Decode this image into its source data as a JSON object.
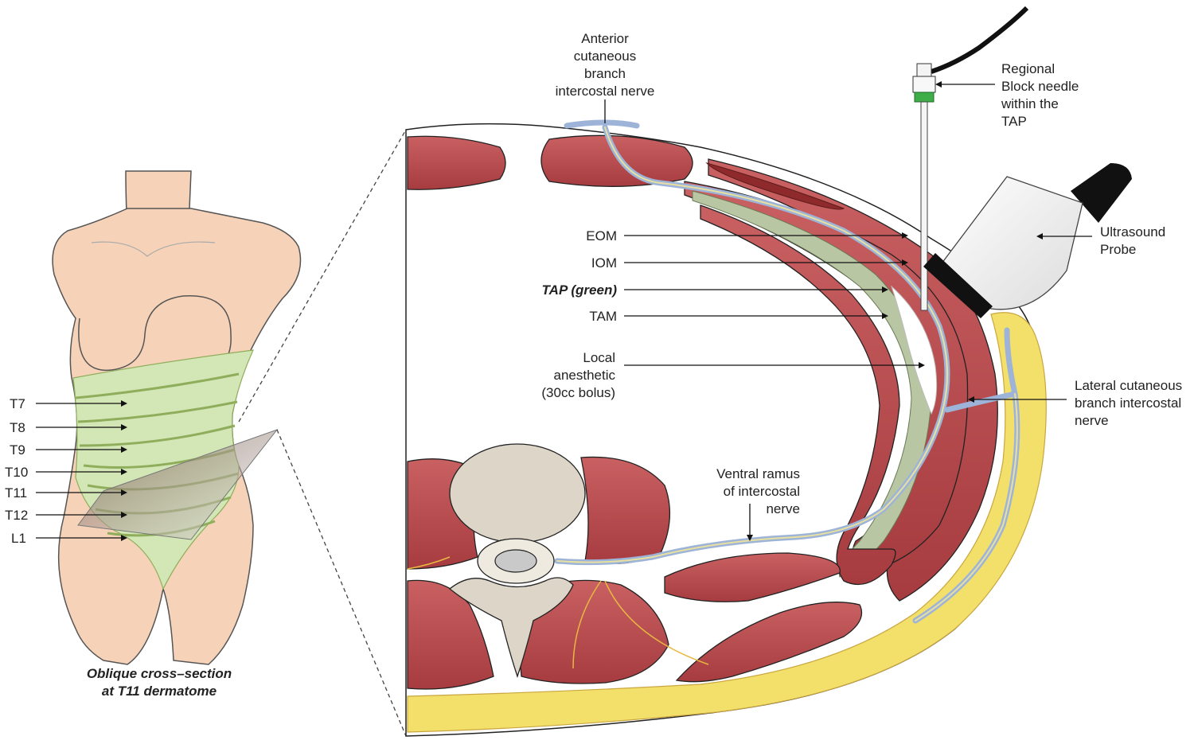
{
  "dermatomes": [
    "T7",
    "T8",
    "T9",
    "T10",
    "T11",
    "T12",
    "L1"
  ],
  "torso_caption": {
    "line1": "Oblique cross–section",
    "line2": "at T11 dermatome"
  },
  "labels": {
    "anterior_cutaneous": [
      "Anterior",
      "cutaneous",
      "branch",
      "intercostal nerve"
    ],
    "regional_block_needle": [
      "Regional",
      "Block needle",
      "within the",
      "TAP"
    ],
    "ultrasound_probe": [
      "Ultrasound",
      "Probe"
    ],
    "eom": "EOM",
    "iom": "IOM",
    "tap": "TAP (green)",
    "tam": "TAM",
    "local_anesthetic": [
      "Local",
      "anesthetic",
      "(30cc bolus)"
    ],
    "lateral_cutaneous": [
      "Lateral cutaneous",
      "branch intercostal",
      "nerve"
    ],
    "ventral_ramus": [
      "Ventral ramus",
      "of intercostal",
      "nerve"
    ]
  },
  "colors": {
    "muscle": "#b8484a",
    "muscle_dark": "#8e2a2c",
    "skin": "#f6d3b8",
    "dermatome_fill": "#d3e6b5",
    "dermatome_line": "#8fae5c",
    "fat": "#f3e06a",
    "nerve": "#9db4d8",
    "nerve_core": "#e8e0a0",
    "bone": "#ddd6c8",
    "tap_plane": "#b9c6a3"
  }
}
